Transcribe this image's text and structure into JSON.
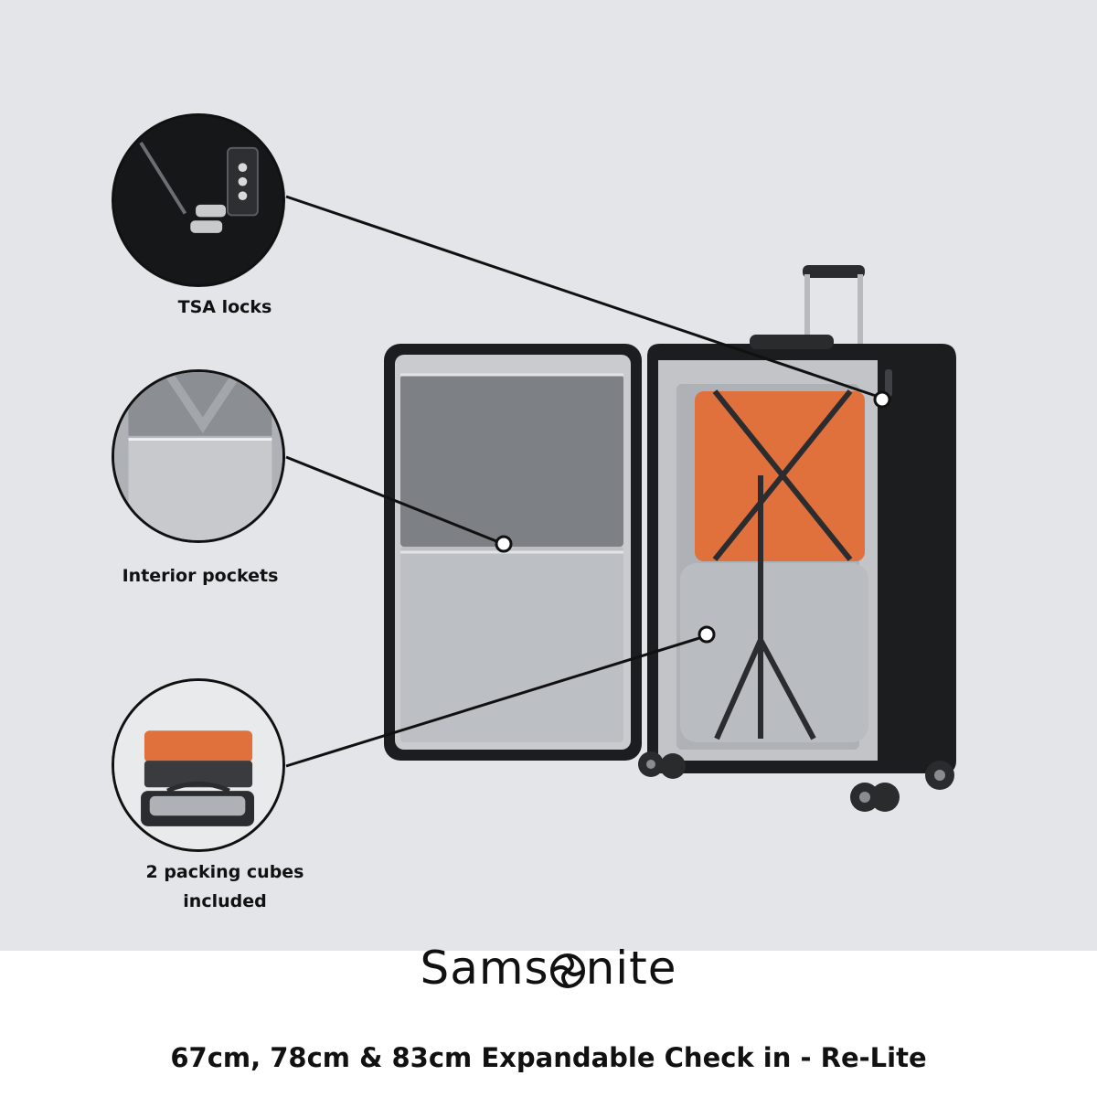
{
  "features": [
    {
      "label": "TSA locks",
      "icon": "combination-lock-icon"
    },
    {
      "label": "Interior pockets",
      "icon": "mesh-pocket-icon"
    },
    {
      "label_line1": "2 packing cubes",
      "label_line2": "included",
      "icon": "packing-cubes-icon"
    }
  ],
  "brand": {
    "name_part1": "Sams",
    "name_part2": "nite",
    "logo_symbol": "samsonite-swirl-icon"
  },
  "product_title": "67cm, 78cm & 83cm Expandable Check in - Re-Lite",
  "colors": {
    "background": "#e4e5e8",
    "luggage_shell": "#1c1d1f",
    "lining": "#c4c6ca",
    "orange_cube": "#e0703c",
    "grey_cube": "#b9bcc0"
  }
}
